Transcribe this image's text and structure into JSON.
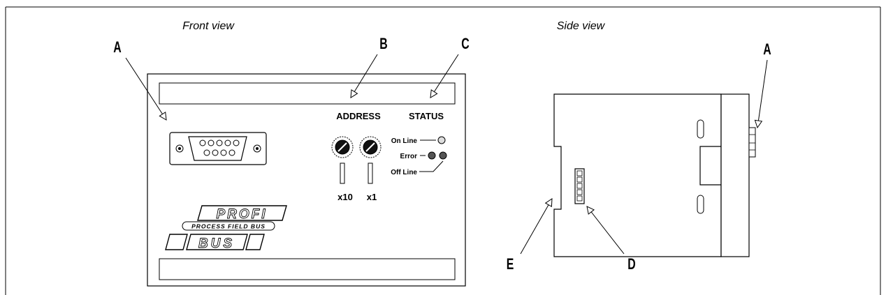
{
  "front_view": {
    "title": "Front view",
    "callouts": {
      "a": "A",
      "b": "B",
      "c": "C"
    },
    "address_label": "ADDRESS",
    "status_label": "STATUS",
    "switch_labels": [
      "x10",
      "x1"
    ],
    "status_leds": [
      "On Line",
      "Error",
      "Off Line"
    ],
    "logo": {
      "top": "PROFI",
      "middle": "PROCESS FIELD BUS",
      "bottom": "BUS"
    }
  },
  "side_view": {
    "title": "Side view",
    "callouts": {
      "a": "A",
      "d": "D",
      "e": "E"
    }
  }
}
